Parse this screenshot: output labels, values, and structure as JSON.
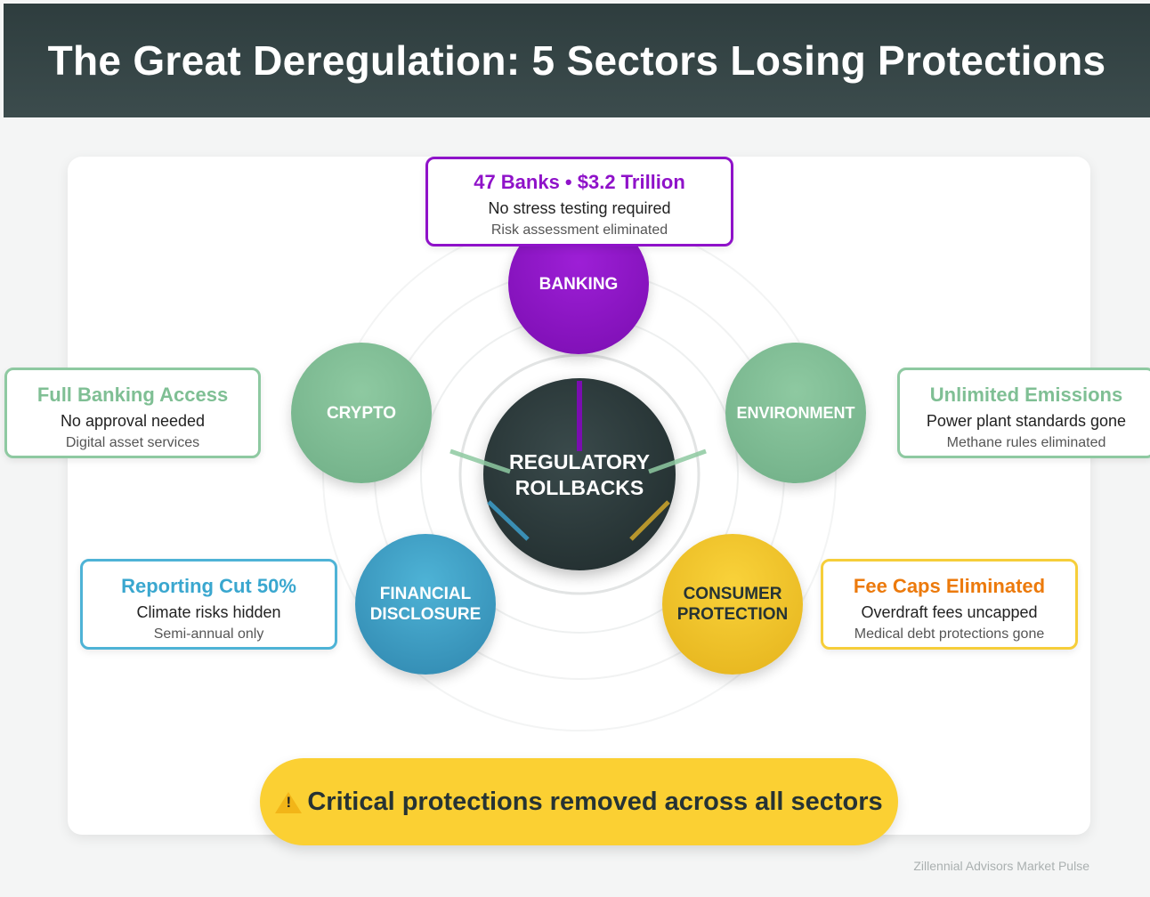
{
  "header": {
    "title": "The Great Deregulation: 5 Sectors Losing Protections"
  },
  "hub": {
    "label_line1": "REGULATORY",
    "label_line2": "ROLLBACKS"
  },
  "sectors": {
    "banking": {
      "label": "BANKING",
      "color": "#8f12c9"
    },
    "crypto": {
      "label": "CRYPTO",
      "color": "#8ec9a1"
    },
    "environment": {
      "label": "ENVIRONMENT",
      "color": "#8ec9a1"
    },
    "financial": {
      "label_line1": "FINANCIAL",
      "label_line2": "DISCLOSURE",
      "color": "#4eb3d6"
    },
    "consumer": {
      "label_line1": "CONSUMER",
      "label_line2": "PROTECTION",
      "color": "#f6ce3a"
    }
  },
  "cards": {
    "banking": {
      "title": "47 Banks • $3.2 Trillion",
      "line1": "No stress testing required",
      "line2": "Risk assessment eliminated"
    },
    "crypto": {
      "title": "Full Banking Access",
      "line1": "No approval needed",
      "line2": "Digital asset services"
    },
    "environment": {
      "title": "Unlimited Emissions",
      "line1": "Power plant standards gone",
      "line2": "Methane rules eliminated"
    },
    "financial": {
      "title": "Reporting Cut 50%",
      "line1": "Climate risks hidden",
      "line2": "Semi-annual only"
    },
    "consumer": {
      "title": "Fee Caps Eliminated",
      "line1": "Overdraft fees uncapped",
      "line2": "Medical debt protections gone"
    }
  },
  "alert": {
    "icon": "warning-icon",
    "message": "Critical protections removed across all sectors"
  },
  "footer": {
    "credit": "Zillennial Advisors Market Pulse"
  }
}
